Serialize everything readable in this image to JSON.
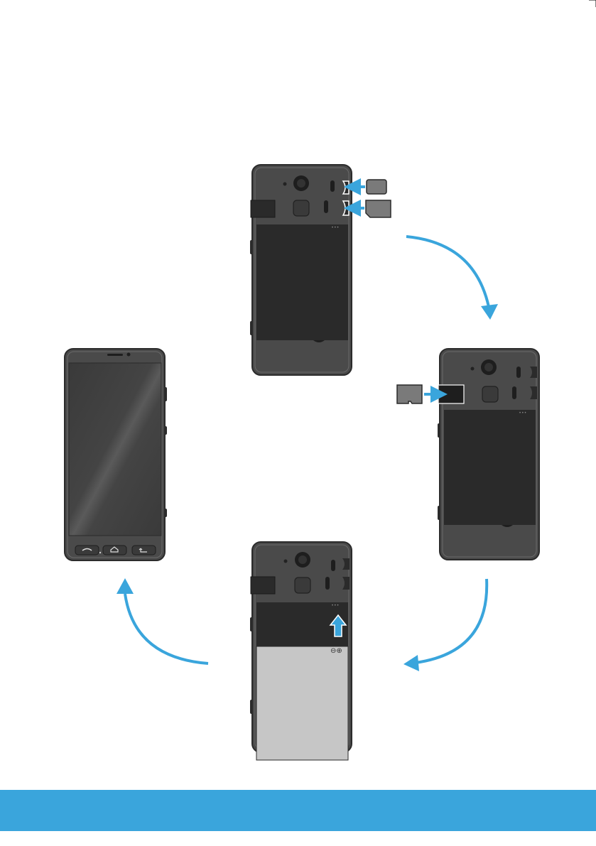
{
  "colors": {
    "accent": "#3aa5dc",
    "phone_body": "#4a4a4a",
    "phone_outline": "#2b2b2b",
    "battery_compartment": "#2a2a2a",
    "battery": "#c6c6c6",
    "sim_card": "#7a7a7a",
    "screen": "#3f3f3f",
    "footer_band": "#3aa5dc"
  },
  "steps": [
    {
      "name": "insert-sim-cards",
      "icon": "sim-card-icon"
    },
    {
      "name": "insert-memory-card",
      "icon": "microsd-card-icon"
    },
    {
      "name": "insert-battery",
      "icon": "battery-icon"
    },
    {
      "name": "phone-ready",
      "icon": "phone-front-icon"
    }
  ],
  "battery": {
    "polarity_symbols": "⊖⊕"
  },
  "front_phone": {
    "buttons": [
      "call-button-icon",
      "home-button-icon",
      "back-button-icon"
    ]
  }
}
